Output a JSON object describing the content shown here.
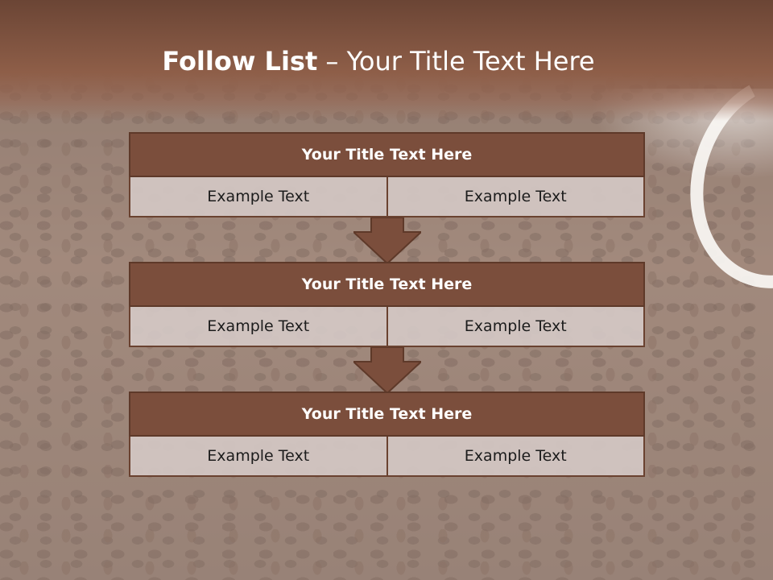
{
  "slide": {
    "title_bold": "Follow List",
    "title_rest": "  – Your Title Text Here"
  },
  "blocks": [
    {
      "title": "Your Title Text Here",
      "left": "Example Text",
      "right": "Example Text"
    },
    {
      "title": "Your Title Text Here",
      "left": "Example Text",
      "right": "Example Text"
    },
    {
      "title": "Your Title Text Here",
      "left": "Example Text",
      "right": "Example Text"
    }
  ],
  "colors": {
    "header": "#8e5e48",
    "block_title": "#7b4e3c",
    "cell": "#d4c8c4",
    "arrow": "#7b4e3c"
  }
}
